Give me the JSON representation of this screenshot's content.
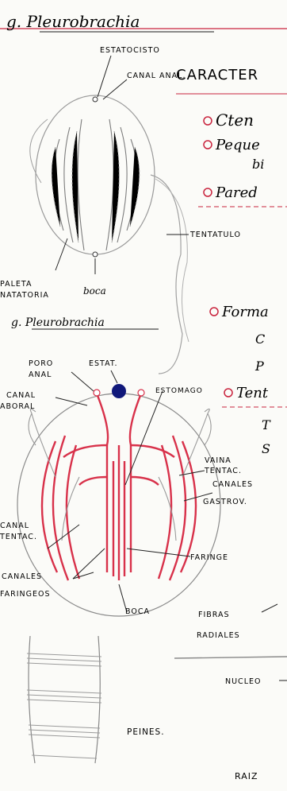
{
  "page": {
    "title": "g. Pleurobrachia",
    "subtitle": "g. Pleurobrachia"
  },
  "top_figure": {
    "labels": {
      "estatocisto": "ESTATOCISTO",
      "canal_anal": "CANAL ANAL.",
      "tentaculo": "TENTATULO",
      "paleta": "PALETA NATATORIA",
      "boca": "boca"
    }
  },
  "right_notes": {
    "heading": "CARACTER",
    "items": [
      "Cten",
      "Peque",
      "bi",
      "Pared",
      "Forma",
      "C",
      "P",
      "Tent",
      "T",
      "S"
    ]
  },
  "section_figure": {
    "labels": {
      "poro_anal": "PORO ANAL",
      "estat": "ESTAT.",
      "canal_aboral": "CANAL ABORAL",
      "estomago": "ESTOMAGO",
      "vaina": "VAINA TENTAC.",
      "canales_gastrov": "CANALES GASTROV.",
      "canal_tentac": "CANAL TENTAC.",
      "faringe": "FARINGE",
      "canales_faringeos": "CANALES FARINGEOS",
      "boca": "BOCA",
      "fibras": "FIBRAS RADIALES",
      "nucleo": "NUCLEO",
      "peines": "PEINES.",
      "raiz": "RAIZ"
    }
  },
  "colors": {
    "red": "#d8314a",
    "blue": "#101a7a",
    "pencil": "#8a8a8a",
    "ink": "#1a1a1a"
  }
}
